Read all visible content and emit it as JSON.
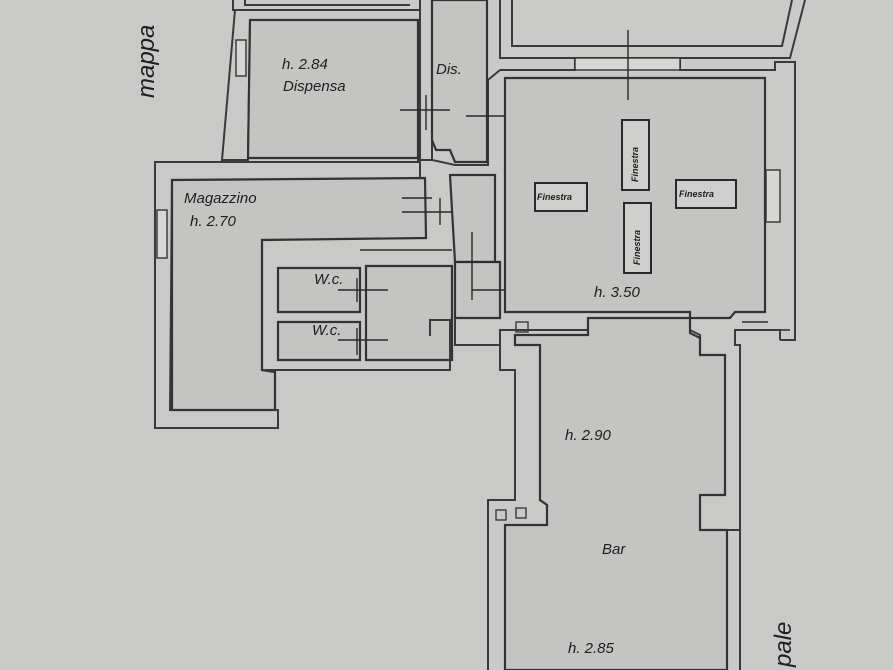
{
  "street_labels": {
    "left": "mappa",
    "right": "pale"
  },
  "rooms": {
    "dispensa": {
      "height": "h. 2.84",
      "name": "Dispensa"
    },
    "dis": {
      "name": "Dis."
    },
    "magazzino": {
      "name": "Magazzino",
      "height": "h. 2.70"
    },
    "wc_1": {
      "name": "W.c."
    },
    "wc_2": {
      "name": "W.c."
    },
    "main_hall": {
      "height": "h. 3.50"
    },
    "corridor": {
      "height": "h. 2.90"
    },
    "bar": {
      "name": "Bar",
      "height": "h. 2.85"
    }
  },
  "skylights": [
    {
      "label": "Finestra"
    },
    {
      "label": "Finestra"
    },
    {
      "label": "Finestra"
    },
    {
      "label": "Finestra"
    }
  ]
}
